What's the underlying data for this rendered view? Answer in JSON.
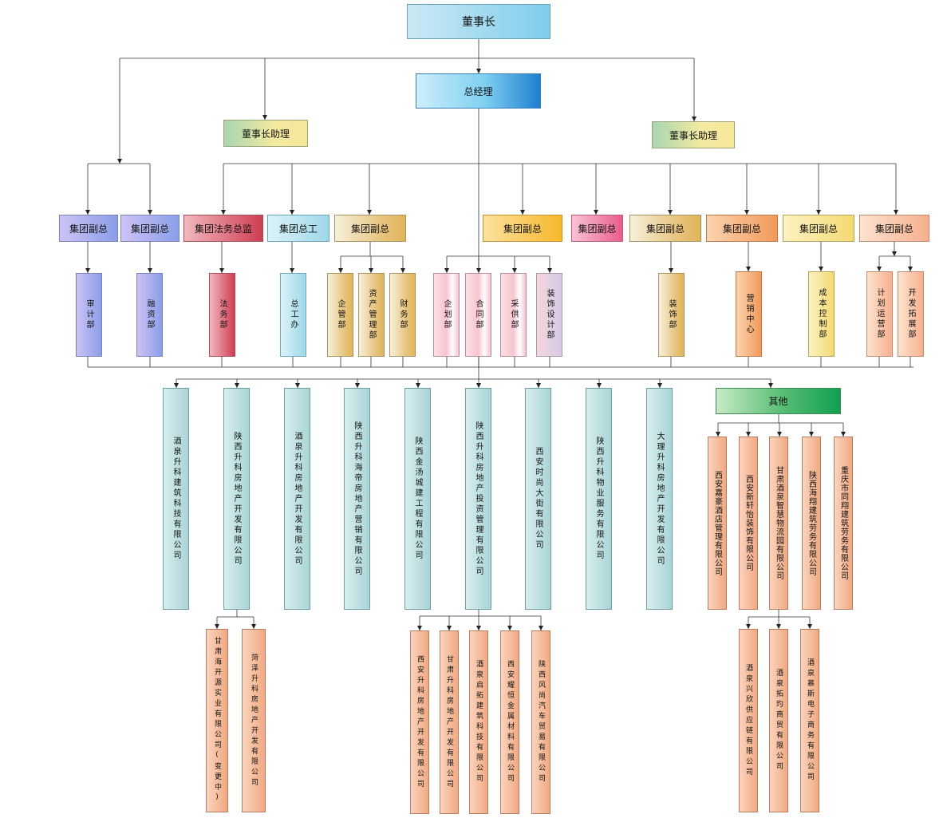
{
  "chairman": "董事长",
  "general_manager": "总经理",
  "assistants": [
    "董事长助理",
    "董事长助理"
  ],
  "vps": {
    "audit_vp": "集团副总",
    "finance_vp": "集团副总",
    "legal_director": "集团法务总监",
    "chief_engineer": "集团总工",
    "admin_vp": "集团副总",
    "planning_vp": "集团副总",
    "vp7": "集团副总",
    "decor_vp": "集团副总",
    "marketing_vp": "集团副总",
    "cost_vp": "集团副总",
    "dev_vp": "集团副总"
  },
  "departments": {
    "audit": "审计部",
    "financing": "融资部",
    "legal": "法务部",
    "chief_office": "总工办",
    "enterprise_mgmt": "企管部",
    "asset_mgmt": "资产管理部",
    "finance": "财务部",
    "planning": "企划部",
    "contract": "合同部",
    "procurement": "采供部",
    "decor_design": "装饰设计部",
    "decor": "装饰部",
    "marketing": "营销中心",
    "cost_control": "成本控制部",
    "plan_ops": "计划运营部",
    "development": "开发拓展部"
  },
  "companies": [
    "酒泉升科建筑科技有限公司",
    "陕西升科房地产开发有限公司",
    "酒泉升科房地产开发有限公司",
    "陕西升科海帝房地产营销有限公司",
    "陕西金汤城建工程有限公司",
    "陕西升科房地产投资管理有限公司",
    "西安时尚大街有限公司",
    "陕西升科物业服务有限公司",
    "大理升科房地产开发有限公司"
  ],
  "others_label": "其他",
  "others": [
    "西安嘉豪酒店管理有限公司",
    "西安新轩怡装饰有限公司",
    "甘肃酒泉智慧物流园有限公司",
    "陕西海翔建筑劳务有限公司",
    "重庆市同翔建筑劳务有限公司"
  ],
  "subs_shaanxi_dev": [
    "甘肃海开源实业有限公司(变更中)",
    "菏泽升科房地产开发有限公司"
  ],
  "subs_investment": [
    "西安升科房地产开发有限公司",
    "甘肃升科房地产开发有限公司",
    "酒泉启拓建筑科技有限公司",
    "西安耀恒金属材料有限公司",
    "陕西风尚汽车贸易有限公司"
  ],
  "subs_logistics": [
    "酒泉兴欣供应链有限公司",
    "酒泉拓玓商贸有限公司",
    "酒泉慕斯电子商务有限公司"
  ]
}
